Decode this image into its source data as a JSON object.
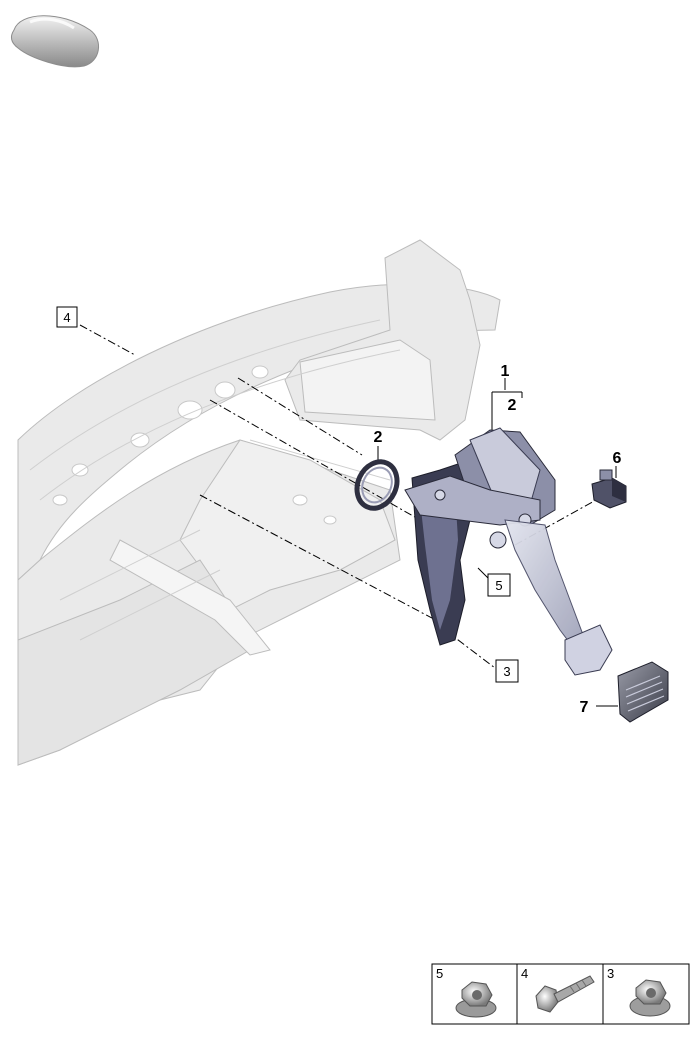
{
  "callouts": {
    "c1": "1",
    "c2_top": "2",
    "c2_seal": "2",
    "c3": "3",
    "c4": "4",
    "c5": "5",
    "c6": "6",
    "c7": "7"
  },
  "legend": {
    "items": [
      {
        "number": "5",
        "part_icon": "flange-nut-icon"
      },
      {
        "number": "4",
        "part_icon": "hex-bolt-icon"
      },
      {
        "number": "3",
        "part_icon": "collar-nut-icon"
      }
    ]
  },
  "colors": {
    "body_shell": "#e8e8e8",
    "body_outline": "#b5b5b5",
    "part_dark": "#3a3c52",
    "part_mid": "#8c8fa8",
    "part_light": "#d6d8e6",
    "line": "#000000"
  },
  "icons": [
    "vehicle-thumbnail-icon"
  ]
}
